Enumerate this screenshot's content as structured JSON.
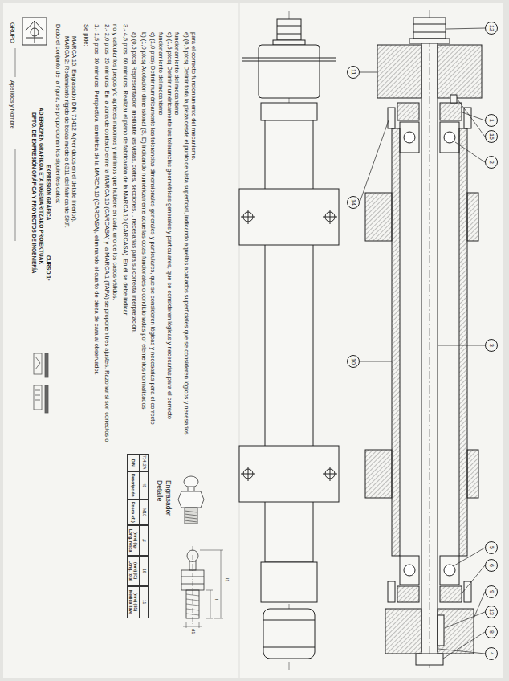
{
  "diagram": {
    "title": "DPTO. DE EXPRESIÓN GRÁFICA Y PROYECTOS DE INGENIERÍA",
    "labels": [
      "GRUPO",
      "Apellidos y Nombre",
      "ADIERAZPEN GRAFIKOA ETA INGENIARITZAKO PROIEKTUAK",
      "EXPRESIÓN GRÁFICA",
      "CURSO 1º",
      "Dado el conjunto de la figura, se proporcionan los siguientes datos:",
      "MARCA 2: Rodamiento rígido de bolas modelo 6311 del fabricante SKF.",
      "MARCA 15: Engrasador DIN 71412 A (ver datos en el detalle inferior).",
      "Se pide:",
      "1.- 1,5 ptos. 30 minutos. Perspectiva isométrica de la MARCA 10 (CARCASA), eliminando el cuarto de pieza de cara al observador.",
      "2.- 2,0 ptos. 25 minutos. En la zona de contacto entre la MARCA 10 (CARCASA) y la MARCA 1 (TAPA) se proponen tres ajustes. Razonar si son correctos o no y calcular los juegos y/o aprietes máximos y mínimos que hubiere en cada uno de los casos válidos.",
      "3.- 4,5 ptos. 60 minutos. Realizar el plano de fabricación de la MARCA 10 (CARCASA). En él se debe indicar:",
      "a) (0,5 ptos) Representación mediante las vistas, cortes, secciones… necesarias para su correcta interpretación.",
      "b) (1,0 ptos) Acotación dimensional (S, D) indicando numéricamente aquellas cotas funcionales o condicionadas por elementos normalizados.",
      "c) (1,0 ptos) Definir numéricamente las tolerancias dimensionales generales y particulares, que se consideren lógicas y necesarias para el correcto funcionamiento del mecanismo.",
      "d) (1,5 ptos) Definir numéricamente las tolerancias geométricas generales y particulares, que se consideren lógicas y necesarias para el correcto funcionamiento del mecanismo.",
      "e) (0,5 ptos) Definir toda la pieza desde el punto de vista superficial, indicando aquellos acabados superficiales que se consideren lógicos y necesarios para el correcto funcionamiento del mecanismo.",
      "Detalle",
      "Engrasador",
      "DIN",
      "Descripción",
      "Rosca (d1)",
      "Long. rosca (mm) (lg)",
      "Long. total (mm) (l1)",
      "Medida llave (mm) (S1)",
      "71412A",
      "H1",
      "M10",
      "¼",
      "16",
      "11",
      "d1",
      "l",
      "l1",
      "12",
      "11",
      "1",
      "15",
      "2",
      "14",
      "10",
      "3",
      "5",
      "6",
      "8",
      "9",
      "13",
      "4"
    ]
  }
}
